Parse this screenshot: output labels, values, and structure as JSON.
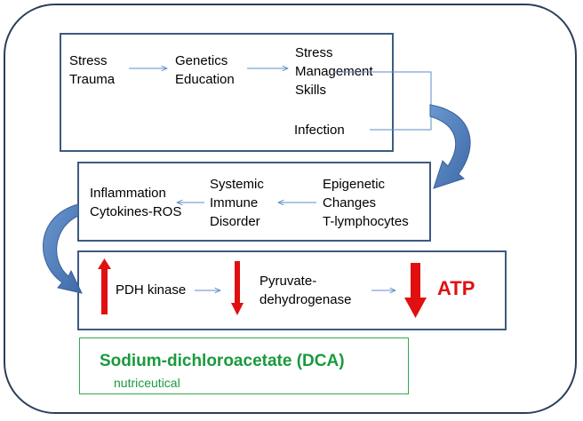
{
  "box1": {
    "stress_trauma": [
      "Stress",
      "Trauma"
    ],
    "genetics_education": [
      "Genetics",
      "Education"
    ],
    "stress_management": [
      "Stress",
      "Management",
      "Skills"
    ],
    "infection": "Infection"
  },
  "box2": {
    "inflammation": [
      "Inflammation",
      "Cytokines-ROS"
    ],
    "systemic": [
      "Systemic",
      "Immune",
      "Disorder"
    ],
    "epigenetic": [
      "Epigenetic",
      "Changes",
      "T-lymphocytes"
    ]
  },
  "box3": {
    "pdh_kinase": "PDH kinase",
    "pyruvate": [
      "Pyruvate-",
      "dehydrogenase"
    ],
    "atp": "ATP"
  },
  "dca": {
    "title": "Sodium-dichloroacetate (DCA)",
    "subtitle": "nutriceutical"
  },
  "colors": {
    "frame": "#2a3e5c",
    "box_border": "#3d5a80",
    "thin_arrow": "#5b8cc8",
    "curved_arrow": "#4f7fbf",
    "red": "#e01010",
    "green": "#1a9a3e"
  }
}
